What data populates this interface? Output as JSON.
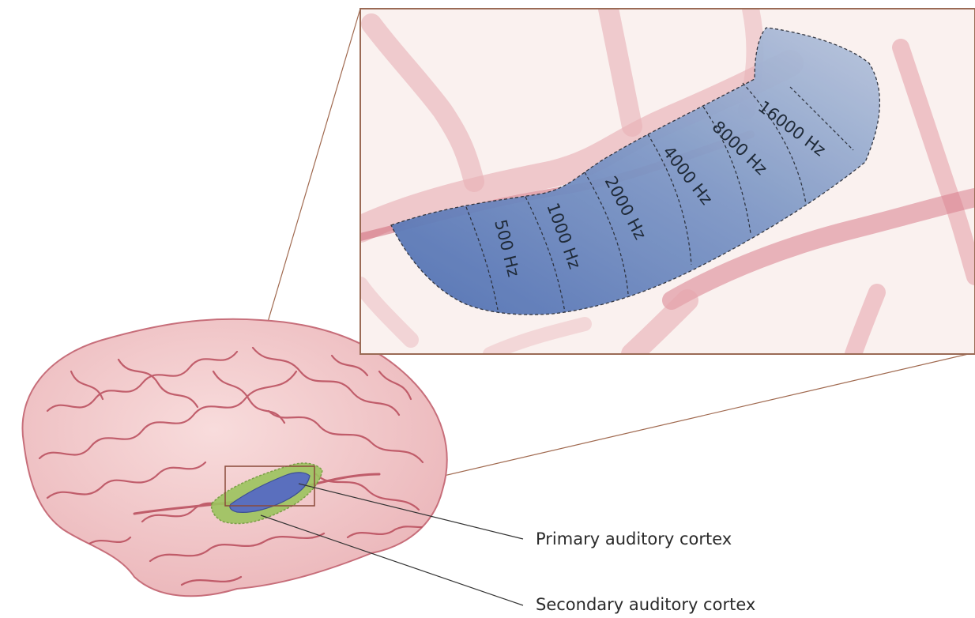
{
  "frequency_bands": [
    "500 Hz",
    "1000 Hz",
    "2000 Hz",
    "4000 Hz",
    "8000 Hz",
    "16000 Hz"
  ],
  "callouts": {
    "primary": "Primary auditory cortex",
    "secondary": "Secondary auditory cortex"
  },
  "colors": {
    "brain": "#f2c4c6",
    "sulci": "#b84a5a",
    "tonotopic_map": "#5b79b5",
    "secondary_region": "#8bb84e",
    "inset_border": "#9a6a55"
  }
}
